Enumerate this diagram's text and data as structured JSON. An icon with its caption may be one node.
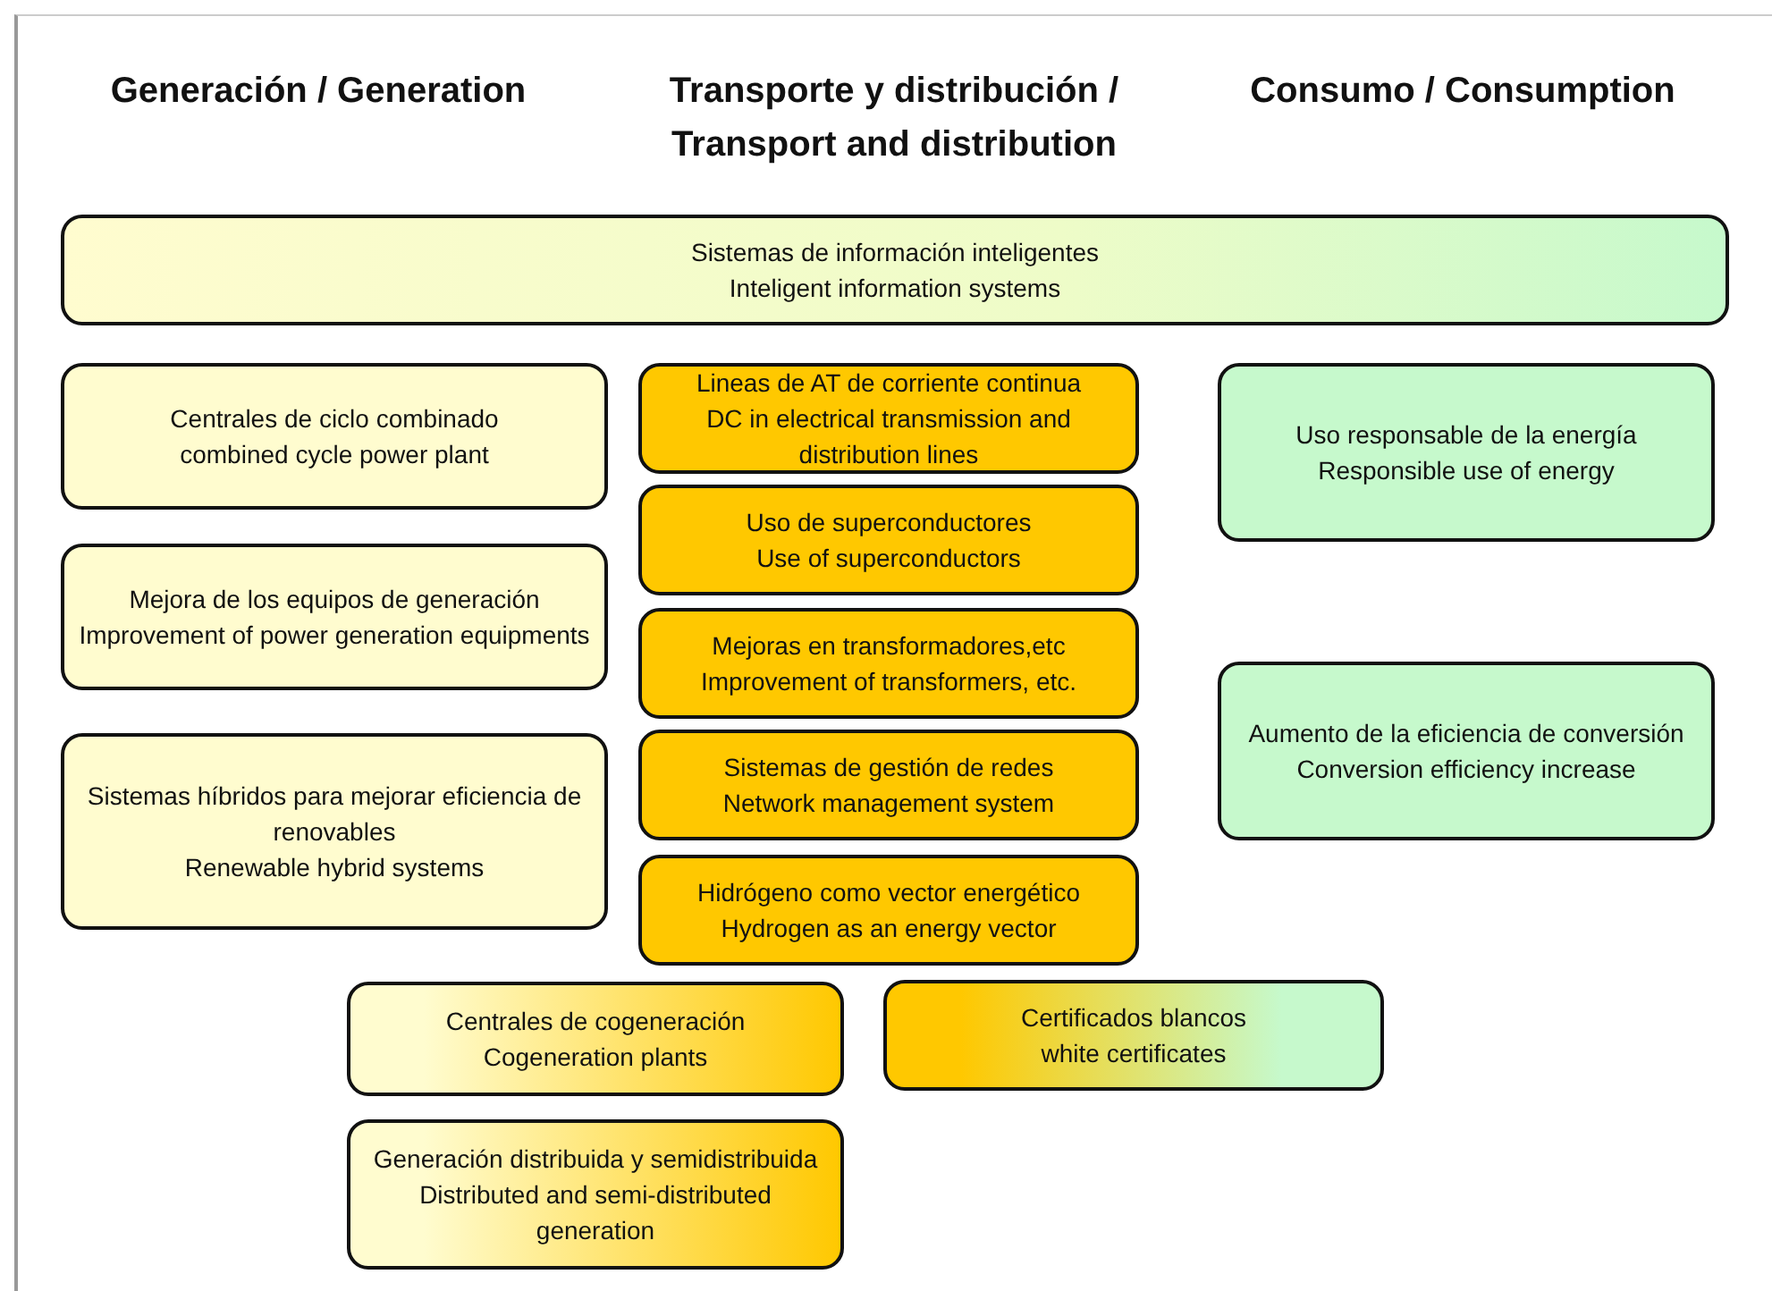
{
  "diagram": {
    "nodes": [
      {
        "text": [
          "Sistemas de información inteligentes",
          "Inteligent information systems"
        ]
      },
      {
        "text": [
          "Centrales de ciclo combinado",
          "combined cycle power plant"
        ]
      },
      {
        "text": [
          "Mejora de los equipos de generación",
          "Improvement of power generation equipments"
        ]
      },
      {
        "text": [
          "Sistemas híbridos para mejorar eficiencia de renovables",
          "Renewable hybrid systems"
        ]
      },
      {
        "text": [
          "Lineas de AT de corriente continua",
          "DC in electrical transmission and distribution lines"
        ]
      },
      {
        "text": [
          "Uso de superconductores",
          "Use of superconductors"
        ]
      },
      {
        "text": [
          "Mejoras en transformadores,etc",
          "Improvement of transformers, etc."
        ]
      },
      {
        "text": [
          "Sistemas de gestión de redes",
          "Network management system"
        ]
      },
      {
        "text": [
          "Hidrógeno como vector energético",
          "Hydrogen as an energy vector"
        ]
      },
      {
        "text": [
          "Uso responsable de la energía",
          "Responsible use of energy"
        ]
      },
      {
        "text": [
          "Aumento de la eficiencia de conversión",
          "Conversion efficiency increase"
        ]
      },
      {
        "text": [
          "Centrales de cogeneración",
          "Cogeneration plants"
        ]
      },
      {
        "text": [
          "Certificados blancos",
          "white certificates"
        ]
      },
      {
        "text": [
          "Generación distribuida y semidistribuida",
          "Distributed and semi-distributed generation"
        ]
      }
    ],
    "labels": [
      "Generación / Generation",
      "Transporte y distribución / Transport and distribution",
      "Consumo / Consumption"
    ]
  }
}
